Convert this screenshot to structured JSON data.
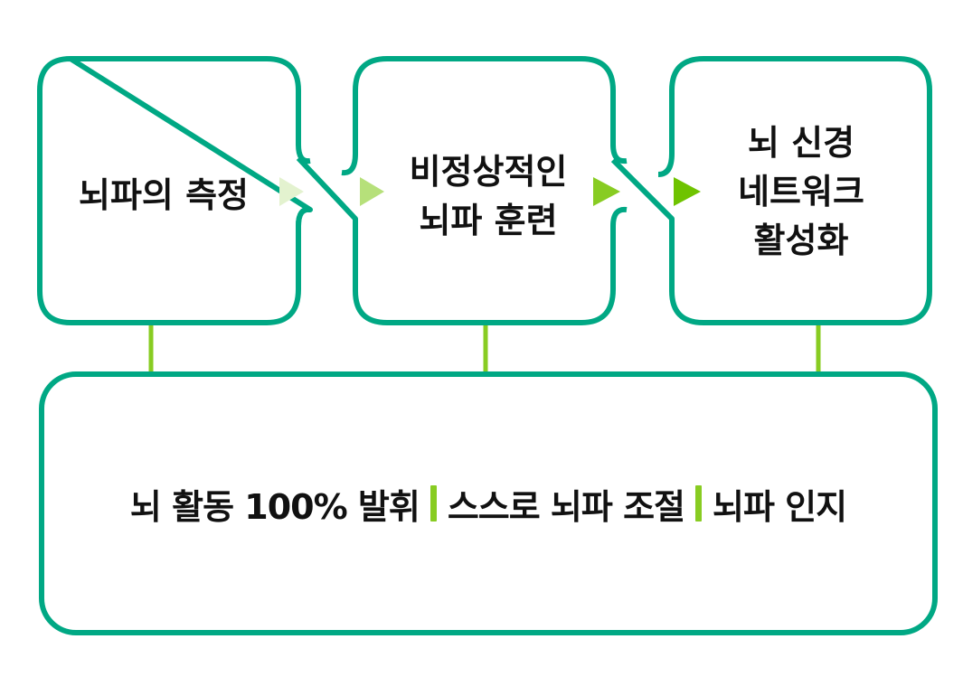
{
  "colors": {
    "border": "#00a884",
    "connector": "#88cc22",
    "arrow_light": "#e3f2cf",
    "arrow_mid": "#b6e07a",
    "arrow_bright": "#88cc22",
    "arrow_strong": "#6fc300",
    "separator": "#88cc22"
  },
  "steps": [
    {
      "lines": [
        "뇌파의 측정"
      ]
    },
    {
      "lines": [
        "비정상적인",
        "뇌파 훈련"
      ]
    },
    {
      "lines": [
        "뇌 신경",
        "네트워크",
        "활성화"
      ]
    }
  ],
  "result": {
    "items": [
      "뇌 활동 100% 발휘",
      "스스로 뇌파 조절",
      "뇌파 인지"
    ]
  }
}
